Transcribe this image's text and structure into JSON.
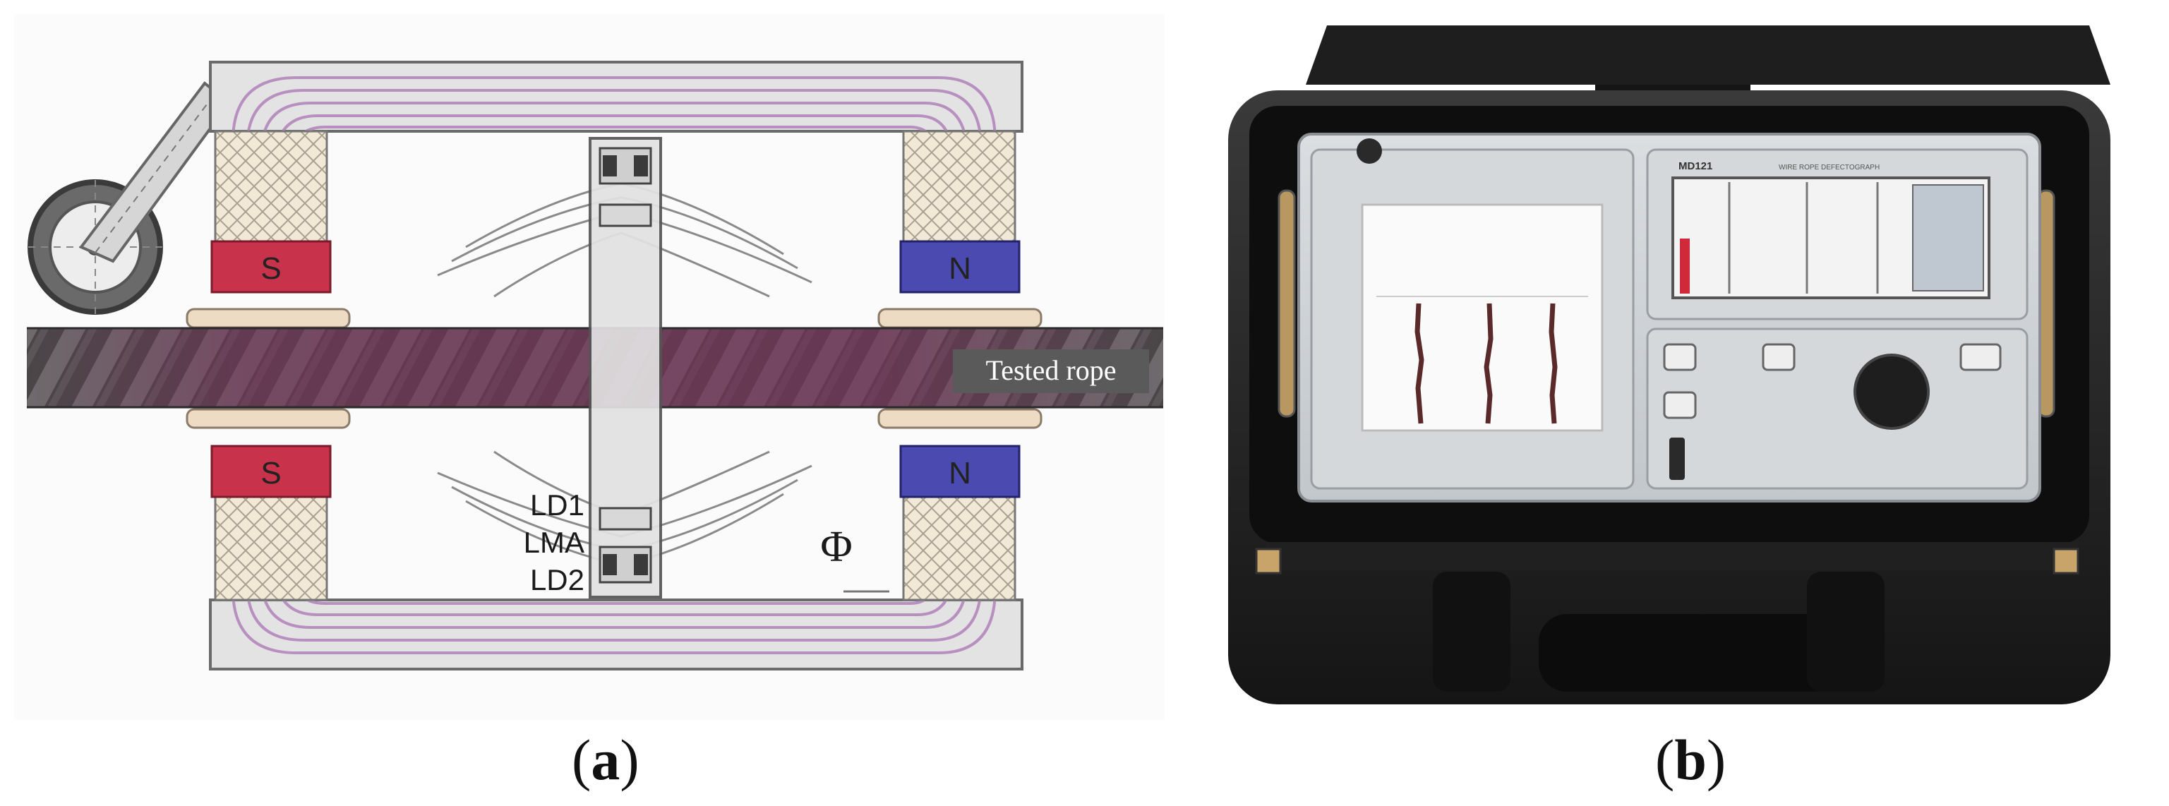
{
  "panel_a": {
    "pole_left_top": "S",
    "pole_right_top": "N",
    "pole_left_bottom": "S",
    "pole_right_bottom": "N",
    "rope_label": "Tested rope",
    "sensor_1": "LD1",
    "sensor_2": "LMA",
    "sensor_3": "LD2",
    "flux_symbol": "Φ",
    "caption_open": "(",
    "caption_letter": "a",
    "caption_close": ")"
  },
  "panel_b": {
    "device_model": "MD121",
    "device_subtitle": "WIRE ROPE DEFECTOGRAPH",
    "caption_open": "(",
    "caption_letter": "b",
    "caption_close": ")"
  },
  "colors": {
    "pole_s": "#c8324a",
    "pole_n": "#4a4ab0",
    "yoke": "#e6e6e6",
    "flux_lines": "#b890c0",
    "rope_tint": "#7a2e5a",
    "device_case": "#2a2a2a",
    "device_panel": "#cfd3d6"
  }
}
